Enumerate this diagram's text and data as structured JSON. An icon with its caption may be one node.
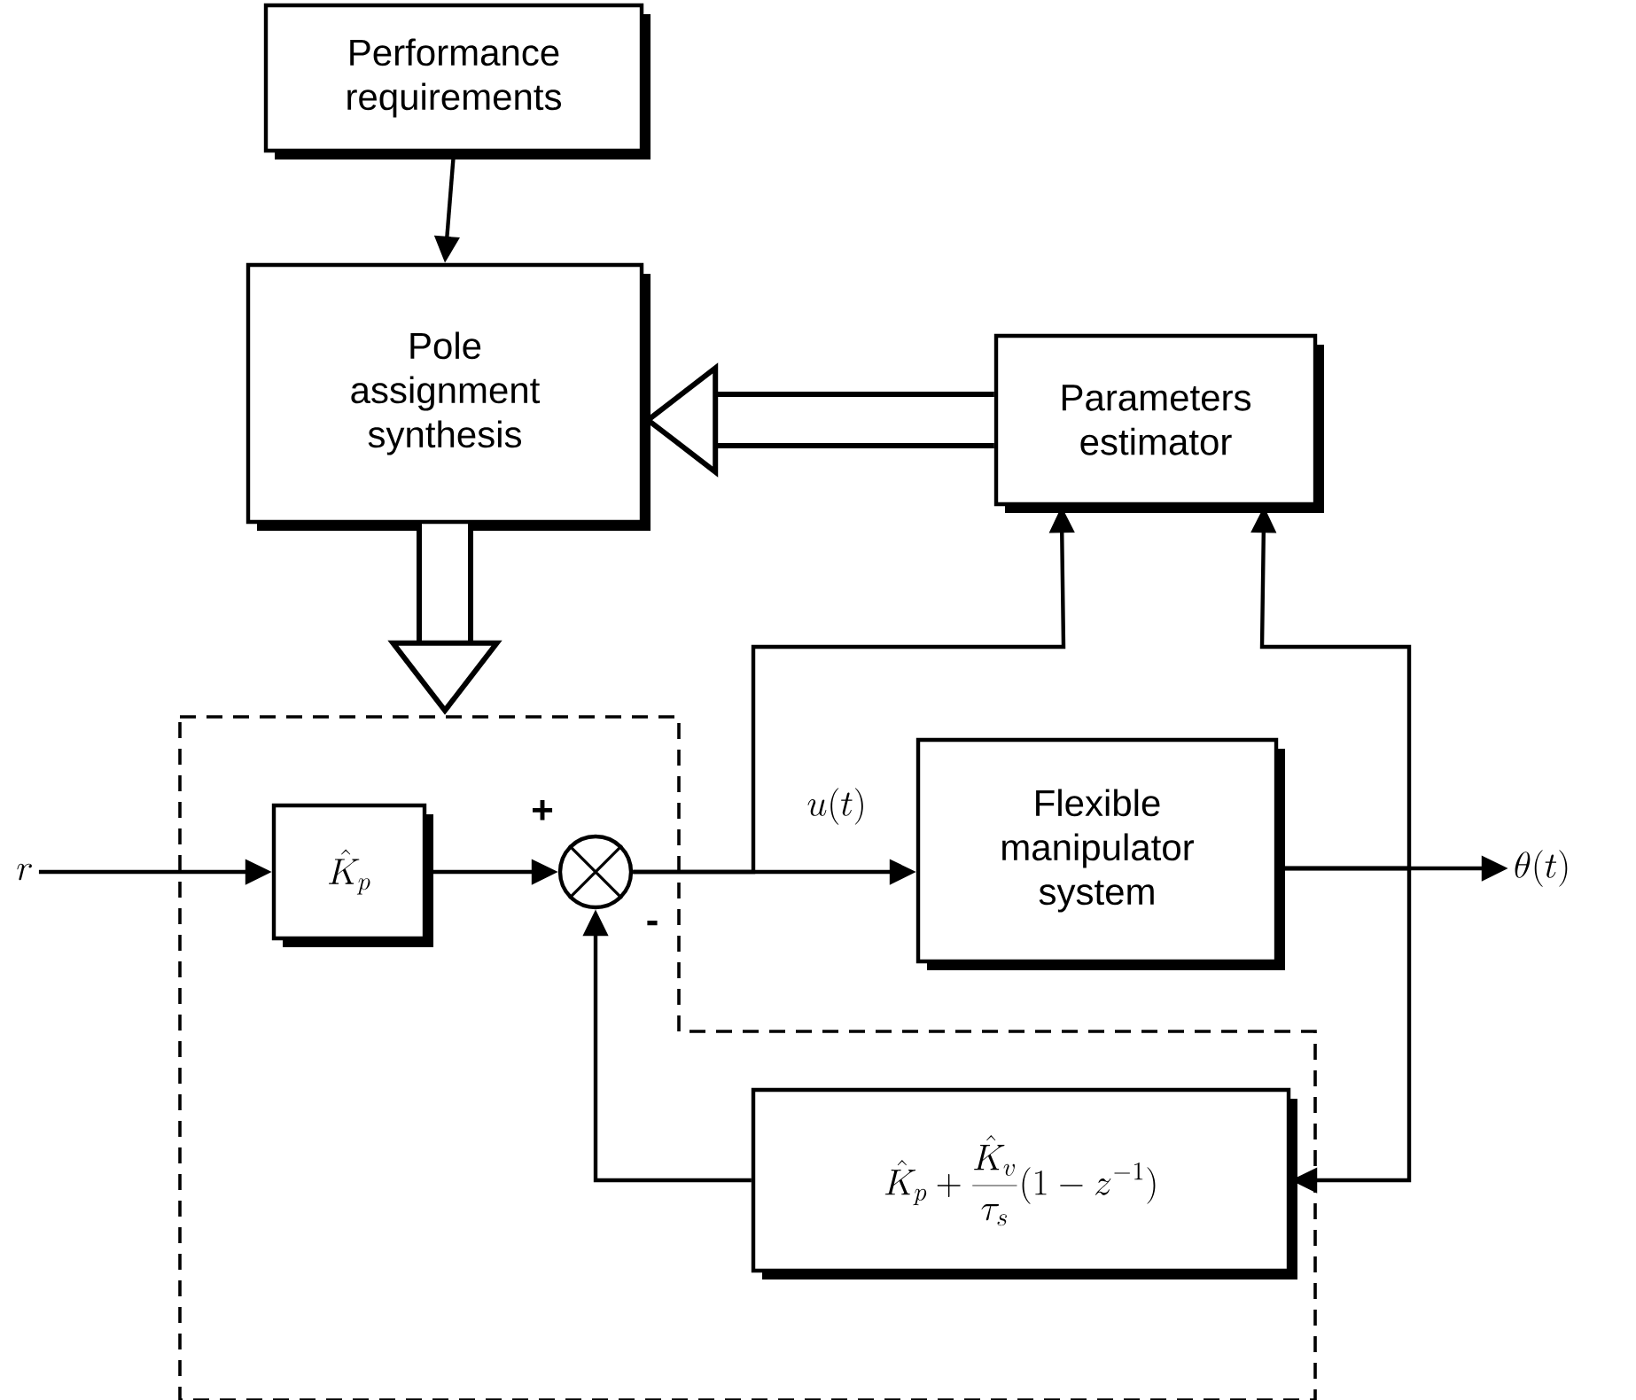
{
  "diagram": {
    "nodes": [
      {
        "text": [
          "Performance requirements"
        ]
      },
      {
        "text": [
          "Pole assignment synthesis"
        ]
      },
      {
        "text": [
          "Parameters estimator"
        ]
      },
      {
        "text": [],
        "shape": "box"
      },
      {
        "text": [
          "\\hat{K}_p"
        ],
        "in": 3
      },
      {
        "text": [],
        "shape": "circle",
        "in": 3
      },
      {
        "text": [
          "Flexible manipulator system"
        ]
      },
      {
        "text": [
          "\\hat{K}_p+\\frac{\\hat{K}_v}{\\tau_s}(1-z^{-1})"
        ],
        "in": 3
      },
      {
        "text": [
          "r"
        ]
      },
      {
        "text": [
          "\\theta(t)"
        ]
      }
    ],
    "edges": [
      {
        "from": 0,
        "to": 1,
        "arrow": "to"
      },
      {
        "from": 2,
        "to": 1,
        "arrow": "to",
        "style": "thick"
      },
      {
        "from": 1,
        "to": 3,
        "arrow": "to",
        "style": "thick"
      },
      {
        "from": 8,
        "to": 4,
        "arrow": "to"
      },
      {
        "from": 4,
        "to": 5,
        "arrow": "to"
      },
      {
        "from": 5,
        "to": 6,
        "arrow": "to",
        "label": "u(t)"
      },
      {
        "from": 5,
        "to": 2,
        "arrow": "to"
      },
      {
        "from": 6,
        "to": 9,
        "arrow": "to"
      },
      {
        "from": 6,
        "to": 2,
        "arrow": "to"
      },
      {
        "from": 6,
        "to": 7,
        "arrow": "to"
      },
      {
        "from": 7,
        "to": 5,
        "arrow": "to"
      }
    ],
    "labels": [
      "+",
      "-"
    ]
  }
}
